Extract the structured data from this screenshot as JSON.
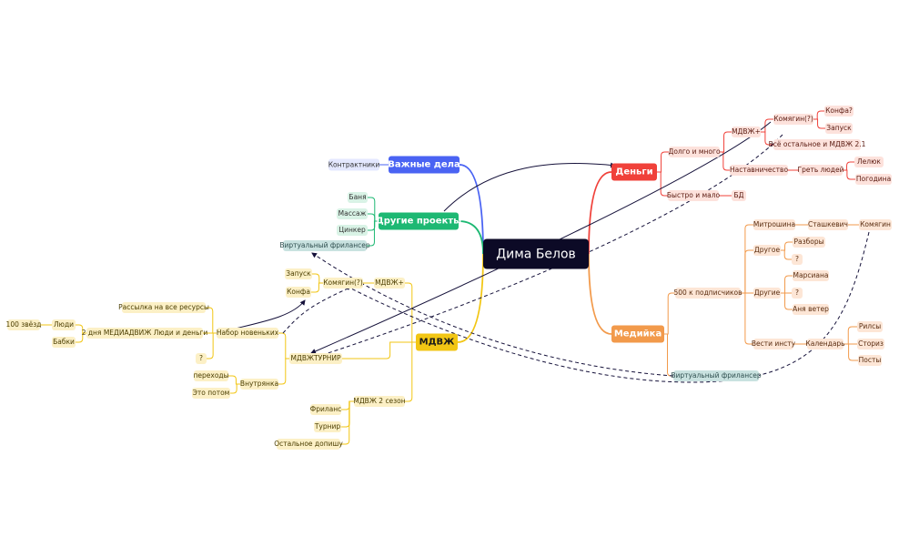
{
  "colors": {
    "root": "#0c0a26",
    "blue": "#4a63f3",
    "green": "#1db873",
    "teal": "#9cc7c4",
    "yellow": "#f2c614",
    "red": "#f0413a",
    "orange": "#f29a4b",
    "link": "#15113a"
  },
  "nodes": [
    {
      "id": "root",
      "text": "Дима Белов"
    },
    {
      "id": "vazhnye",
      "text": "Важные дела"
    },
    {
      "id": "kontraktniki",
      "text": "Контрактники"
    },
    {
      "id": "drugie_proekty",
      "text": "Другие проекты"
    },
    {
      "id": "banya",
      "text": "Баня"
    },
    {
      "id": "massazh",
      "text": "Массаж"
    },
    {
      "id": "cinker",
      "text": "Цинкер"
    },
    {
      "id": "virt1",
      "text": "Виртуальный фрилансер"
    },
    {
      "id": "mdvzh",
      "text": "МДВЖ"
    },
    {
      "id": "mdvzh_plus_l",
      "text": "МДВЖ+"
    },
    {
      "id": "komyagin_l",
      "text": "Комягин(?)"
    },
    {
      "id": "zapusk_l",
      "text": "Запуск"
    },
    {
      "id": "konfa_l",
      "text": "Конфа"
    },
    {
      "id": "mdvzhturnir",
      "text": "МДВЖТУРНИР"
    },
    {
      "id": "nabor",
      "text": "Набор новеньких"
    },
    {
      "id": "rassylka",
      "text": "Рассылка на все ресурсы"
    },
    {
      "id": "dva_dnya",
      "text": "2 дня  МЕДИАДВИЖ Люди и деньги"
    },
    {
      "id": "lyudi",
      "text": "Люди"
    },
    {
      "id": "sto_zvezd",
      "text": "100 звёзд"
    },
    {
      "id": "babki",
      "text": "Бабки"
    },
    {
      "id": "q_nabor",
      "text": "?"
    },
    {
      "id": "vnutryanka",
      "text": "Внутрянка"
    },
    {
      "id": "perehody",
      "text": "переходы"
    },
    {
      "id": "eto_potom",
      "text": "Это потом"
    },
    {
      "id": "mdvzh2",
      "text": "МДВЖ 2 сезон"
    },
    {
      "id": "frilans",
      "text": "Фриланс"
    },
    {
      "id": "turnir",
      "text": "Турнир"
    },
    {
      "id": "ostalnoe",
      "text": "Остальное допишу"
    },
    {
      "id": "dengi",
      "text": "Деньги"
    },
    {
      "id": "dolgo",
      "text": "Долго и много"
    },
    {
      "id": "mdvzh_plus_r",
      "text": "МДВЖ+"
    },
    {
      "id": "komyagin_r",
      "text": "Комягин(?)"
    },
    {
      "id": "konfa_q",
      "text": "Конфа?"
    },
    {
      "id": "zapusk_r",
      "text": "Запуск"
    },
    {
      "id": "vse_ostalnoe",
      "text": "Всё остальное и МДВЖ 2.1"
    },
    {
      "id": "nastavnichestvo",
      "text": "Наставничество"
    },
    {
      "id": "gret",
      "text": "Греть людей"
    },
    {
      "id": "lelyuk",
      "text": "Лелюк"
    },
    {
      "id": "pogodina",
      "text": "Погодина"
    },
    {
      "id": "bystro",
      "text": "Быстро и мало"
    },
    {
      "id": "bd",
      "text": "БД"
    },
    {
      "id": "mediyka",
      "text": "Медийка"
    },
    {
      "id": "pyatsot",
      "text": "500 к подписчиков"
    },
    {
      "id": "mitroshina",
      "text": "Митрошина"
    },
    {
      "id": "stashkevich",
      "text": "Сташкевич"
    },
    {
      "id": "komyagin_m",
      "text": "Комягин"
    },
    {
      "id": "drugoe",
      "text": "Другое"
    },
    {
      "id": "razbory",
      "text": "Разборы"
    },
    {
      "id": "q_drugoe",
      "text": "?"
    },
    {
      "id": "drugie",
      "text": "Другие"
    },
    {
      "id": "marsiana",
      "text": "Марсиана"
    },
    {
      "id": "q_drugie",
      "text": "?"
    },
    {
      "id": "anya",
      "text": "Аня ветер"
    },
    {
      "id": "vesti",
      "text": "Вести инсту"
    },
    {
      "id": "kalendar",
      "text": "Календарь"
    },
    {
      "id": "rilsy",
      "text": "Рилсы"
    },
    {
      "id": "storiz",
      "text": "Сториз"
    },
    {
      "id": "posty",
      "text": "Посты"
    },
    {
      "id": "virt2",
      "text": "Виртуальный фрилансер"
    }
  ]
}
